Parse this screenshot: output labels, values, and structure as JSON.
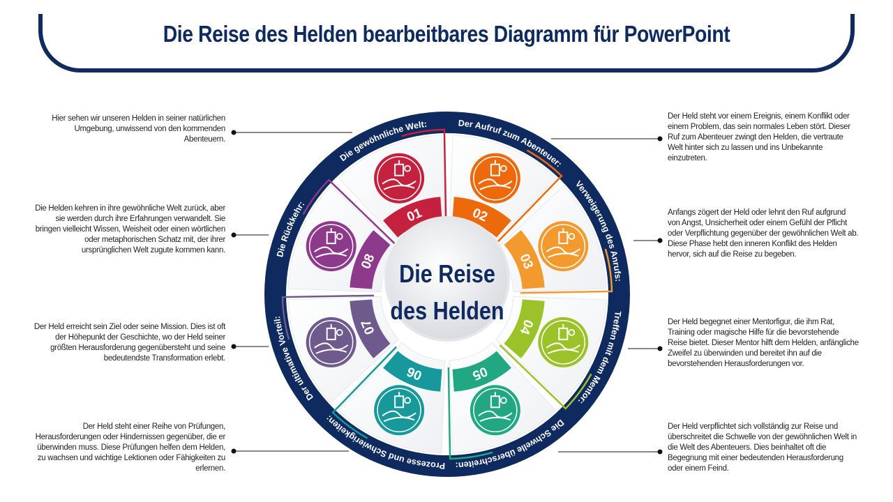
{
  "title": "Die Reise des Helden bearbeitbares Diagramm für PowerPoint",
  "center": {
    "line1": "Die Reise",
    "line2": "des Helden"
  },
  "colors": {
    "navy": "#0f2a5e"
  },
  "segments": [
    {
      "number": "01",
      "label": "Die gewöhnliche Welt:",
      "color": "#c4213f",
      "icon": "landscape-icon",
      "description": "Hier sehen wir unseren Helden in seiner natürlichen Umgebung, unwissend von den kommenden Abenteuern."
    },
    {
      "number": "02",
      "label": "Der Aufruf zum Abenteuer:",
      "color": "#ec6a0c",
      "icon": "hero-at-doorway-icon",
      "description": "Der Held steht vor einem Ereignis, einem Konflikt oder einem Problem, das sein normales Leben stört. Dieser Ruf zum Abenteuer zwingt den Helden, die vertraute Welt hinter sich zu lassen und ins Unbekannte einzutreten."
    },
    {
      "number": "03",
      "label": "Verweigerung des Anrufs:",
      "color": "#f29a2e",
      "icon": "hero-on-path-icon",
      "description": "Anfangs zögert der Held oder lehnt den Ruf aufgrund von Angst, Unsicherheit oder einem Gefühl der Pflicht oder Verpflichtung gegenüber der gewöhnlichen Welt ab. Diese Phase hebt den inneren Konflikt des Helden hervor, sich auf die Reise zu begeben."
    },
    {
      "number": "04",
      "label": "Treffen mit dem Mentor:",
      "color": "#9cc22a",
      "icon": "mentor-icon",
      "description": "Der Held begegnet einer Mentorfigur, die ihm Rat, Training oder magische Hilfe für die bevorstehende Reise bietet. Dieser Mentor hilft dem Helden, anfängliche Zweifel zu überwinden und bereitet ihn auf die bevorstehenden Herausforderungen vor."
    },
    {
      "number": "05",
      "label": "Die Schwelle überschreiten:",
      "color": "#22a783",
      "icon": "gate-icon",
      "description": "Der Held verpflichtet sich vollständig zur Reise und überschreitet die Schwelle von der gewöhnlichen Welt in die Welt des Abenteuers. Dies beinhaltet oft die Begegnung mit einer bedeutenden Herausforderung oder einem Feind."
    },
    {
      "number": "06",
      "label": "Prozesse und Schwierigkeiten:",
      "color": "#17999b",
      "icon": "mountains-icon",
      "description": "Der Held steht einer Reihe von Prüfungen, Herausforderungen oder Hindernissen gegenüber, die er überwinden muss. Diese Prüfungen helfen dem Helden, zu wachsen und wichtige Lektionen oder Fähigkeiten zu erlernen."
    },
    {
      "number": "07",
      "label": "Der ultimative Vorteil:",
      "color": "#6e5a8c",
      "icon": "treasure-chest-icon",
      "description": "Der Held erreicht sein Ziel oder seine Mission. Dies ist oft der Höhepunkt der Geschichte, wo der Held seiner größten Herausforderung gegenübersteht und seine bedeutendste Transformation erlebt."
    },
    {
      "number": "08",
      "label": "Die Rückkehr:",
      "color": "#8e3a8c",
      "icon": "hiker-icon",
      "description": "Die Helden kehren in ihre gewöhnliche Welt zurück, aber sie werden durch ihre Erfahrungen verwandelt. Sie bringen vielleicht Wissen, Weisheit oder einen wörtlichen oder metaphorischen Schatz mit, der ihrer ursprünglichen Welt zugute kommen kann."
    }
  ]
}
